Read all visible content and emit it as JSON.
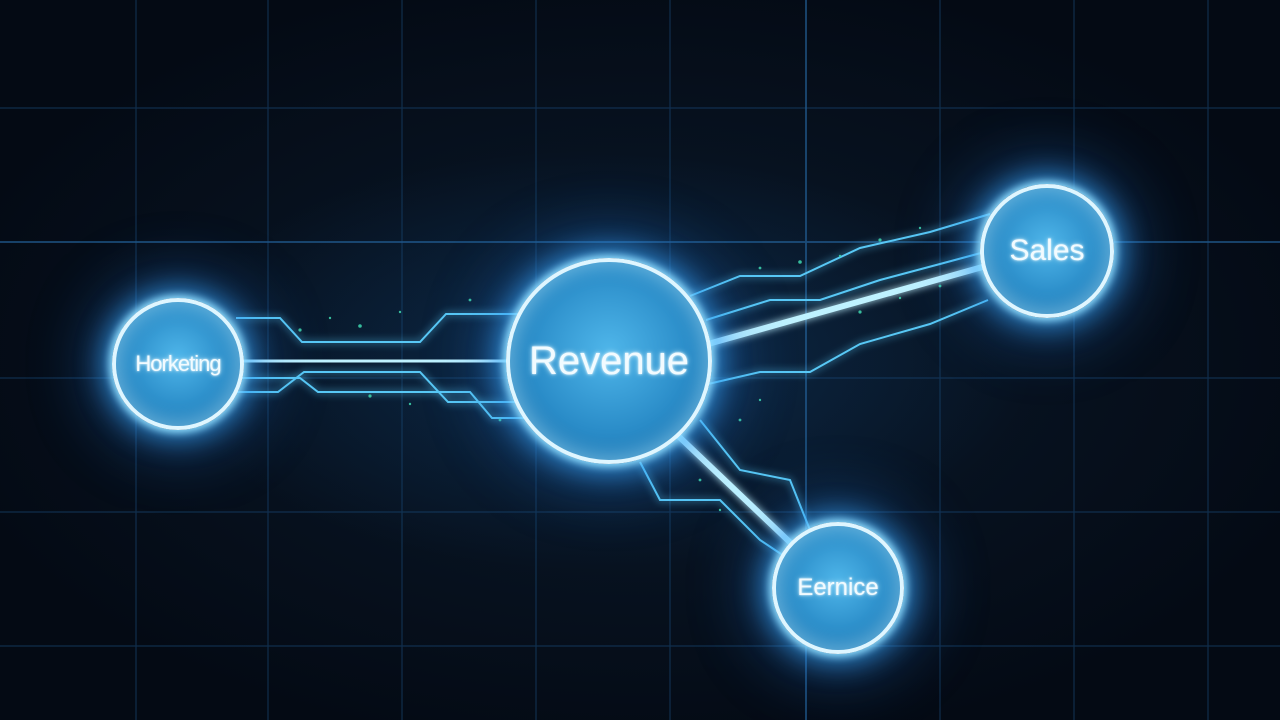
{
  "diagram": {
    "center_node": {
      "label": "Revenue"
    },
    "nodes": [
      {
        "id": "marketing",
        "label": "Horketing"
      },
      {
        "id": "sales",
        "label": "Sales"
      },
      {
        "id": "service",
        "label": "Eernice"
      }
    ]
  },
  "colors": {
    "background": "#050d18",
    "node_fill": "#2a8cc8",
    "node_border": "#dff6ff",
    "glow": "#3cb0ff",
    "connector": "#7fe0ff",
    "particles": "#3fd9b0"
  }
}
